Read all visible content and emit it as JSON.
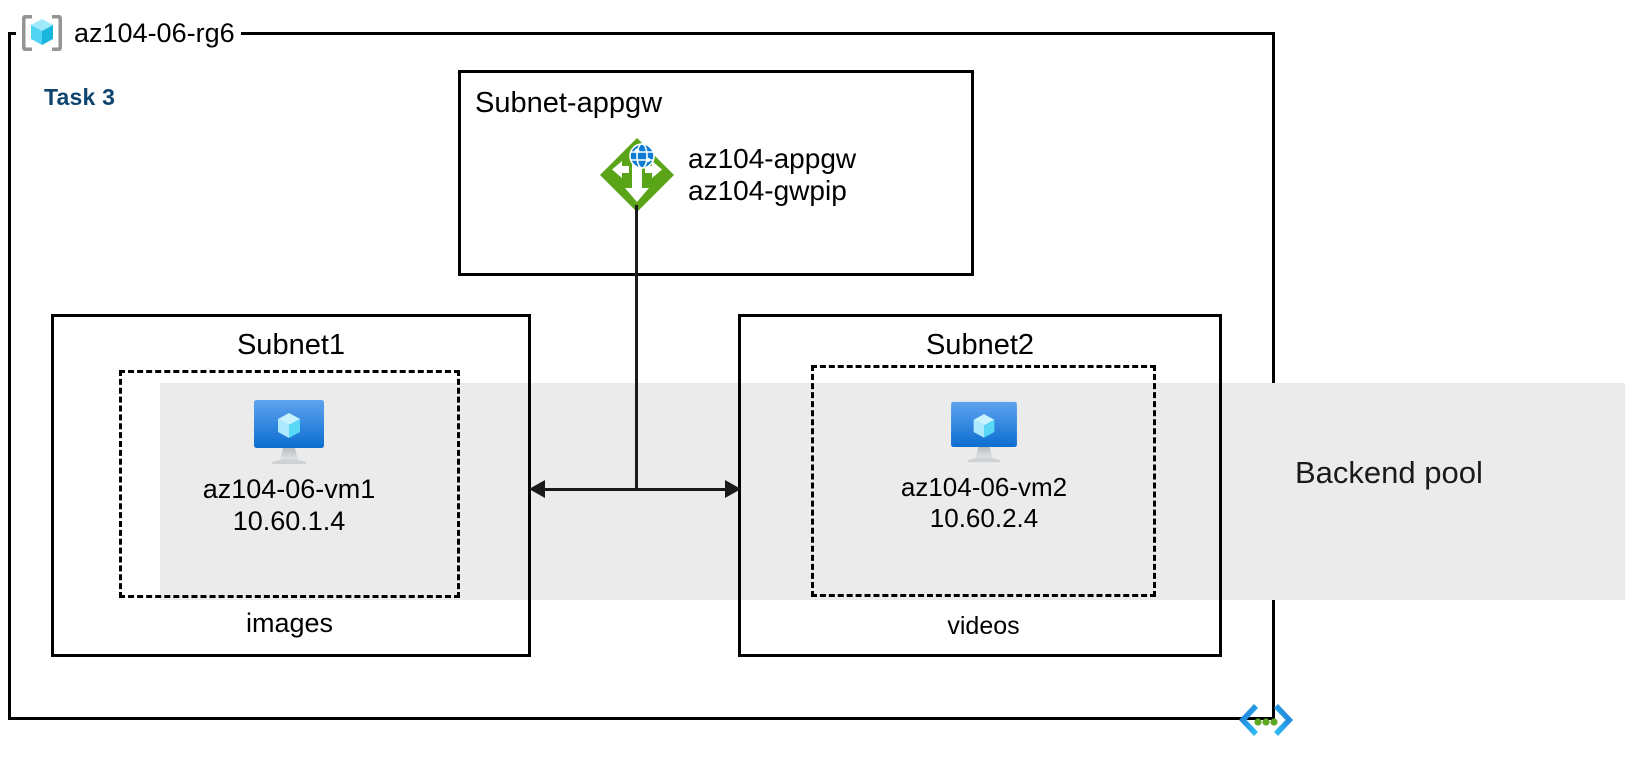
{
  "diagram": {
    "title": "az104-06-rg6",
    "task_label": "Task 3",
    "task_color": "#10456f",
    "resource_group_icon": "resource-group-cube-icon"
  },
  "backend_pool": {
    "label": "Backend pool",
    "band_color": "#ebebeb"
  },
  "subnets": [
    {
      "id": "subnet-appgw",
      "title": "Subnet-appgw",
      "resources": [
        {
          "icon": "application-gateway-icon",
          "icon_color": "#59a417",
          "names": [
            "az104-appgw",
            "az104-gwpip"
          ]
        }
      ]
    },
    {
      "id": "subnet1",
      "title": "Subnet1",
      "asg_label": "images",
      "vm": {
        "icon": "virtual-machine-icon",
        "icon_color": "#0f6cbd",
        "name": "az104-06-vm1",
        "ip": "10.60.1.4"
      }
    },
    {
      "id": "subnet2",
      "title": "Subnet2",
      "asg_label": "videos",
      "vm": {
        "icon": "virtual-machine-icon",
        "icon_color": "#0f6cbd",
        "name": "az104-06-vm2",
        "ip": "10.60.2.4"
      }
    }
  ],
  "connectors": [
    {
      "id": "appgw-to-vms",
      "type": "vertical-line"
    },
    {
      "id": "vm1-vm2-link",
      "type": "double-headed-arrow"
    }
  ],
  "footer_icon": {
    "name": "code-brackets-icon",
    "bracket_color": "#1b9de2",
    "dot_color": "#5ea723"
  }
}
